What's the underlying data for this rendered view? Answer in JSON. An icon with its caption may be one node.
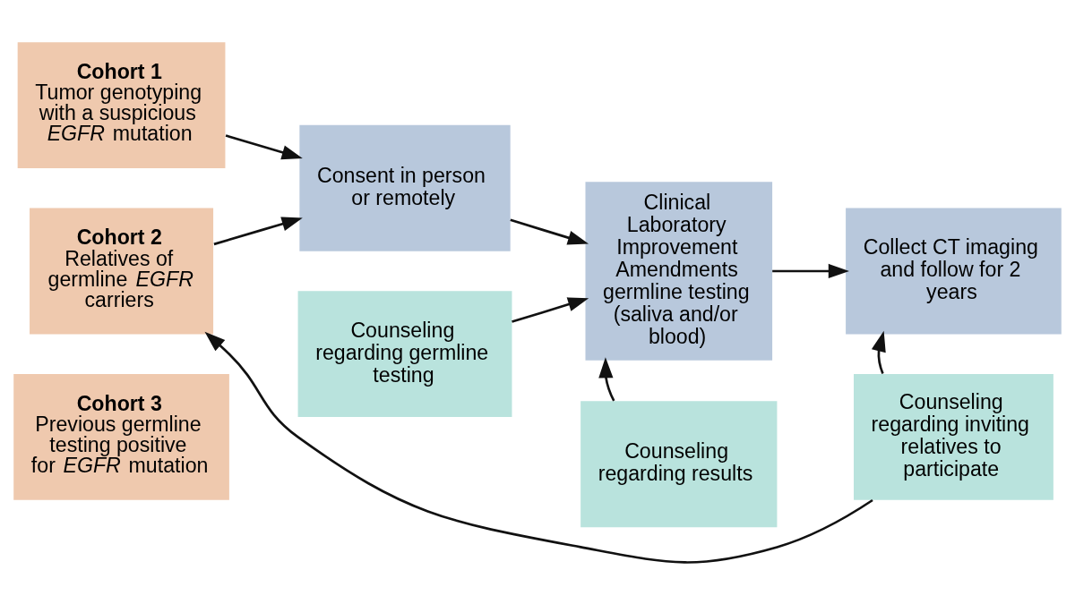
{
  "diagram": {
    "nodes": [
      {
        "text": [
          "Cohort 1",
          "Tumor genotyping with a suspicious *EGFR* mutation"
        ]
      },
      {
        "text": [
          "Cohort 2",
          "Relatives of germline *EGFR* carriers"
        ]
      },
      {
        "text": [
          "Cohort 3",
          "Previous germline testing positive for *EGFR* mutation"
        ]
      },
      {
        "text": [
          "Consent in person or remotely"
        ]
      },
      {
        "text": [
          "Clinical Laboratory Improvement Amendments germline testing (saliva and/or blood)"
        ]
      },
      {
        "text": [
          "Collect CT imaging and follow for 2 years"
        ]
      },
      {
        "text": [
          "Counseling regarding germline testing"
        ]
      },
      {
        "text": [
          "Counseling regarding results"
        ]
      },
      {
        "text": [
          "Counseling regarding inviting relatives to participate"
        ]
      }
    ],
    "edges": [
      {
        "from": 0,
        "to": 3,
        "arrow": "to"
      },
      {
        "from": 1,
        "to": 3,
        "arrow": "to"
      },
      {
        "from": 3,
        "to": 4,
        "arrow": "to"
      },
      {
        "from": 6,
        "to": 4,
        "arrow": "to"
      },
      {
        "from": 7,
        "to": 4,
        "arrow": "to"
      },
      {
        "from": 4,
        "to": 5,
        "arrow": "to"
      },
      {
        "from": 8,
        "to": 5,
        "arrow": "to"
      },
      {
        "from": 8,
        "to": 1,
        "arrow": "to"
      }
    ]
  }
}
